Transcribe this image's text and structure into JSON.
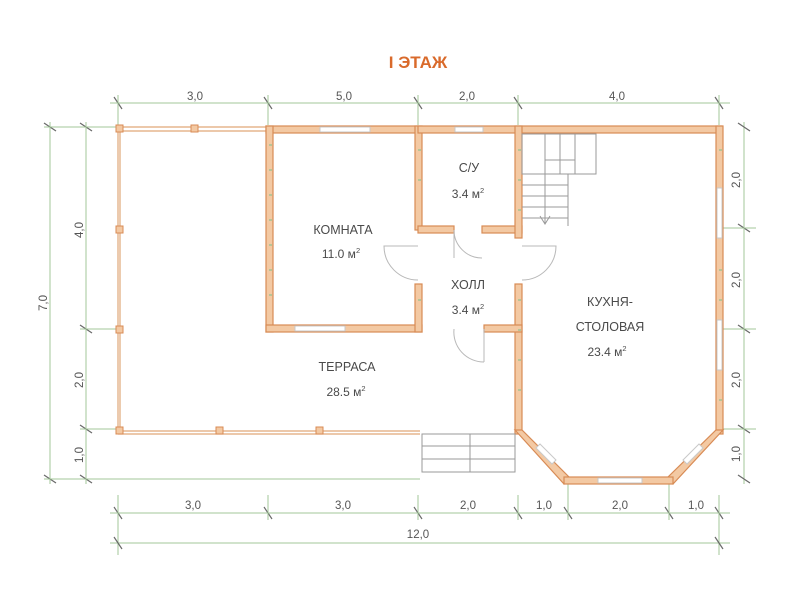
{
  "title": "I ЭТАЖ",
  "rooms": {
    "komnata": {
      "name": "КОМНАТА",
      "area": "11.0 м"
    },
    "su": {
      "name": "С/У",
      "area": "3.4 м"
    },
    "holl": {
      "name": "ХОЛЛ",
      "area": "3.4 м"
    },
    "kuhnya": {
      "name_line1": "КУХНЯ-",
      "name_line2": "СТОЛОВАЯ",
      "area": "23.4 м"
    },
    "terrasa": {
      "name": "ТЕРРАСА",
      "area": "28.5 м"
    }
  },
  "area_unit_sup": "2",
  "dimensions": {
    "top": [
      "3,0",
      "5,0",
      "2,0",
      "4,0"
    ],
    "bottom": [
      "3,0",
      "3,0",
      "2,0",
      "1,0",
      "2,0",
      "1,0"
    ],
    "total_width": "12,0",
    "left_inner": [
      "4,0",
      "2,0",
      "1,0"
    ],
    "left_total": "7,0",
    "right": [
      "2,0",
      "2,0",
      "2,0",
      "1,0"
    ]
  },
  "colors": {
    "wall_fill": "#f3c9a3",
    "wall_stroke": "#d88b55",
    "title": "#d96a2b",
    "dimension_line": "#a3c79a"
  }
}
